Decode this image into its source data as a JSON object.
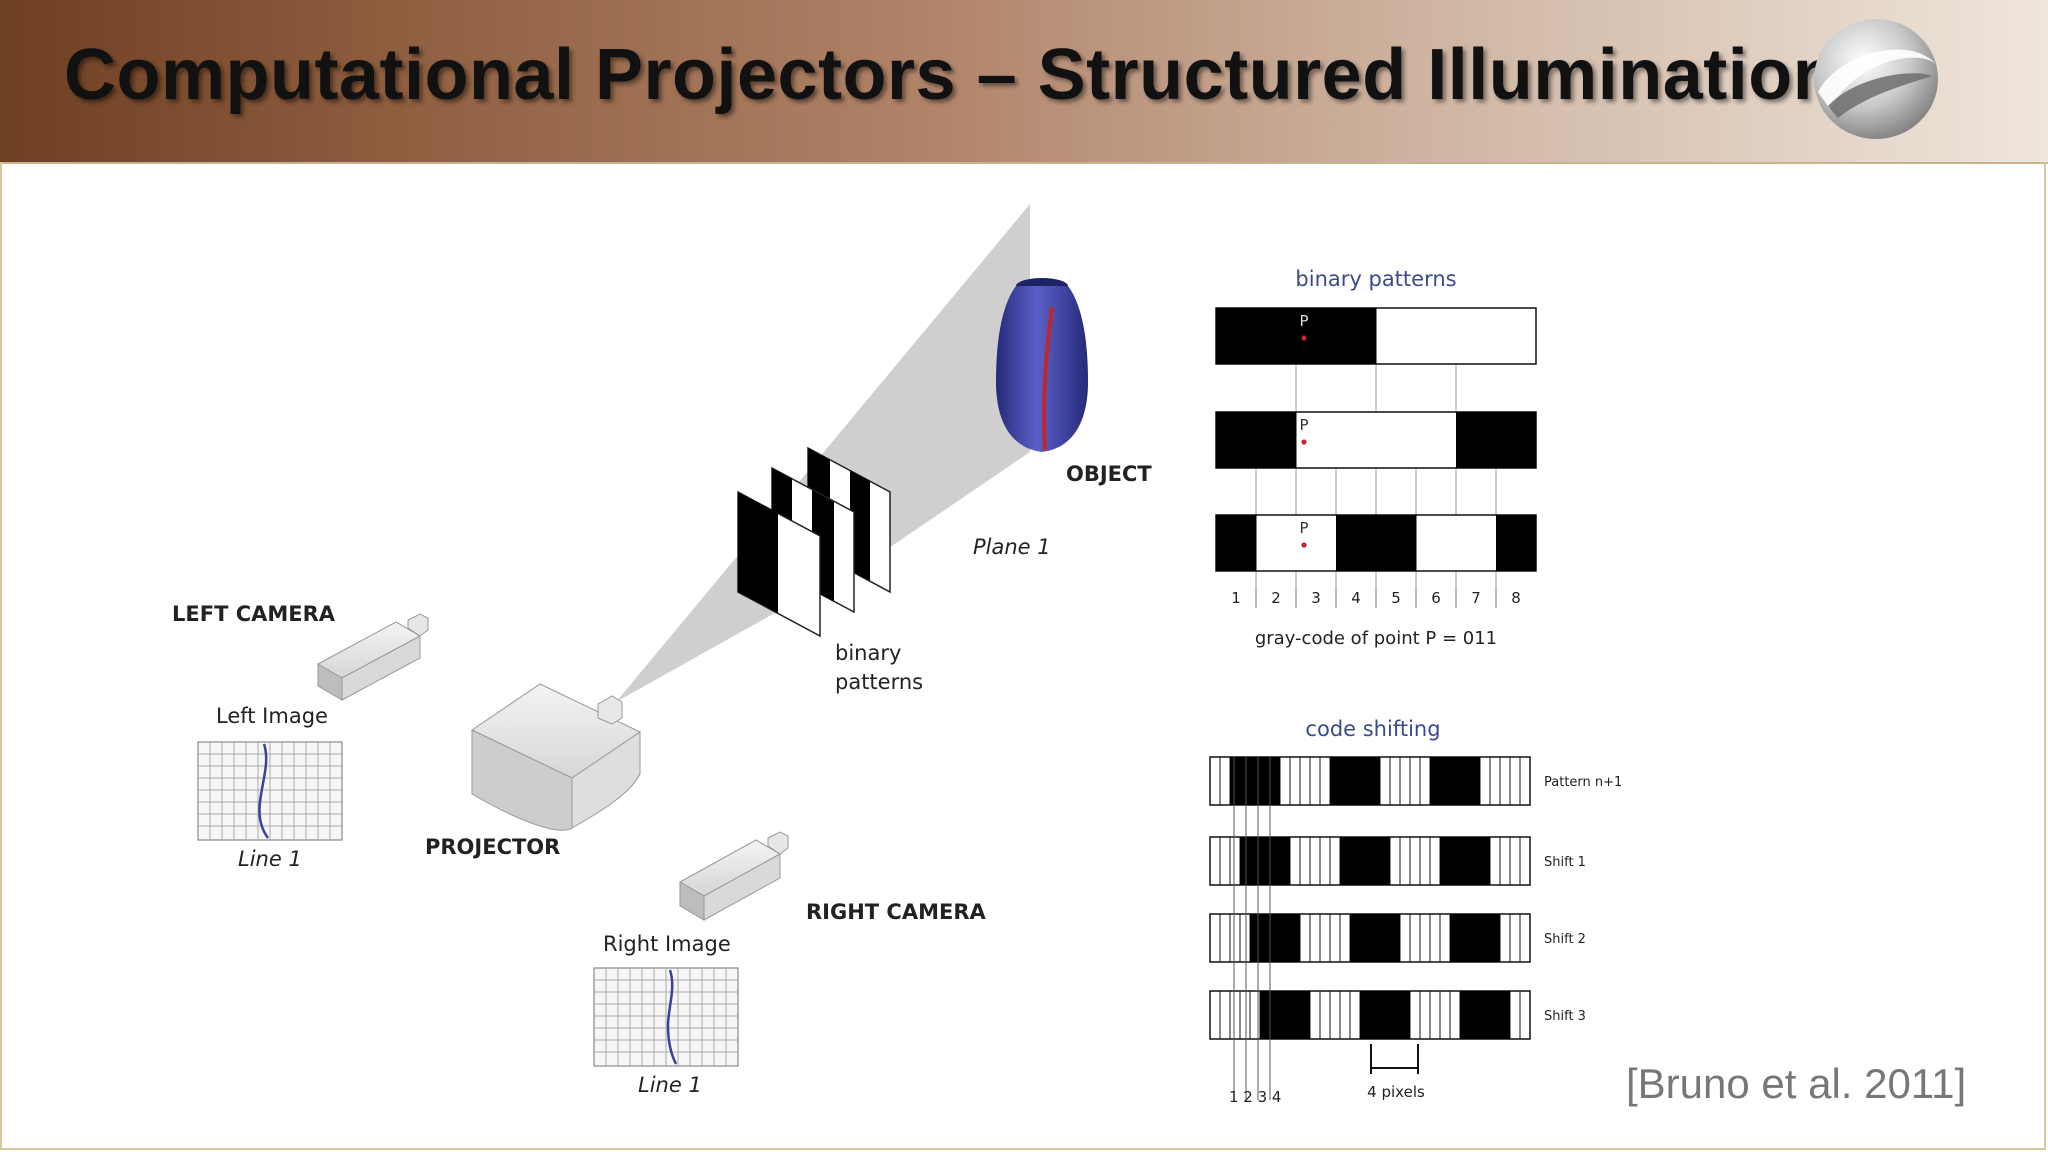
{
  "slide": {
    "title": "Computational Projectors – Structured Illumination",
    "citation": "[Bruno et al. 2011]",
    "logo_icon": "swoosh-globe-icon"
  },
  "scene": {
    "object_label": "OBJECT",
    "plane_label": "Plane 1",
    "binary_patterns_label_line1": "binary",
    "binary_patterns_label_line2": "patterns",
    "left_camera_label": "LEFT CAMERA",
    "left_image_label": "Left Image",
    "left_line_label": "Line 1",
    "projector_label": "PROJECTOR",
    "right_camera_label": "RIGHT CAMERA",
    "right_image_label": "Right Image",
    "right_line_label": "Line 1"
  },
  "binary_panel": {
    "title": "binary patterns",
    "point_label": "P",
    "column_numbers": [
      "1",
      "2",
      "3",
      "4",
      "5",
      "6",
      "7",
      "8"
    ],
    "caption": "gray-code of point P = 011",
    "patterns": [
      [
        1,
        1,
        1,
        1,
        0,
        0,
        0,
        0
      ],
      [
        1,
        1,
        0,
        0,
        0,
        0,
        1,
        1
      ],
      [
        1,
        0,
        0,
        1,
        1,
        0,
        0,
        1
      ]
    ]
  },
  "code_panel": {
    "title": "code shifting",
    "rows": [
      {
        "label": "Pattern n+1",
        "shift": 0
      },
      {
        "label": "Shift 1",
        "shift": 1
      },
      {
        "label": "Shift 2",
        "shift": 2
      },
      {
        "label": "Shift 3",
        "shift": 3
      }
    ],
    "bottom_numbers": "1 2 3 4",
    "pixels_label": "4 pixels"
  },
  "colors": {
    "object": "#3a3fa0",
    "highlight_line": "#c0262e",
    "panel_title": "#3a4a8a",
    "projection_gray": "#c9c9c9"
  }
}
